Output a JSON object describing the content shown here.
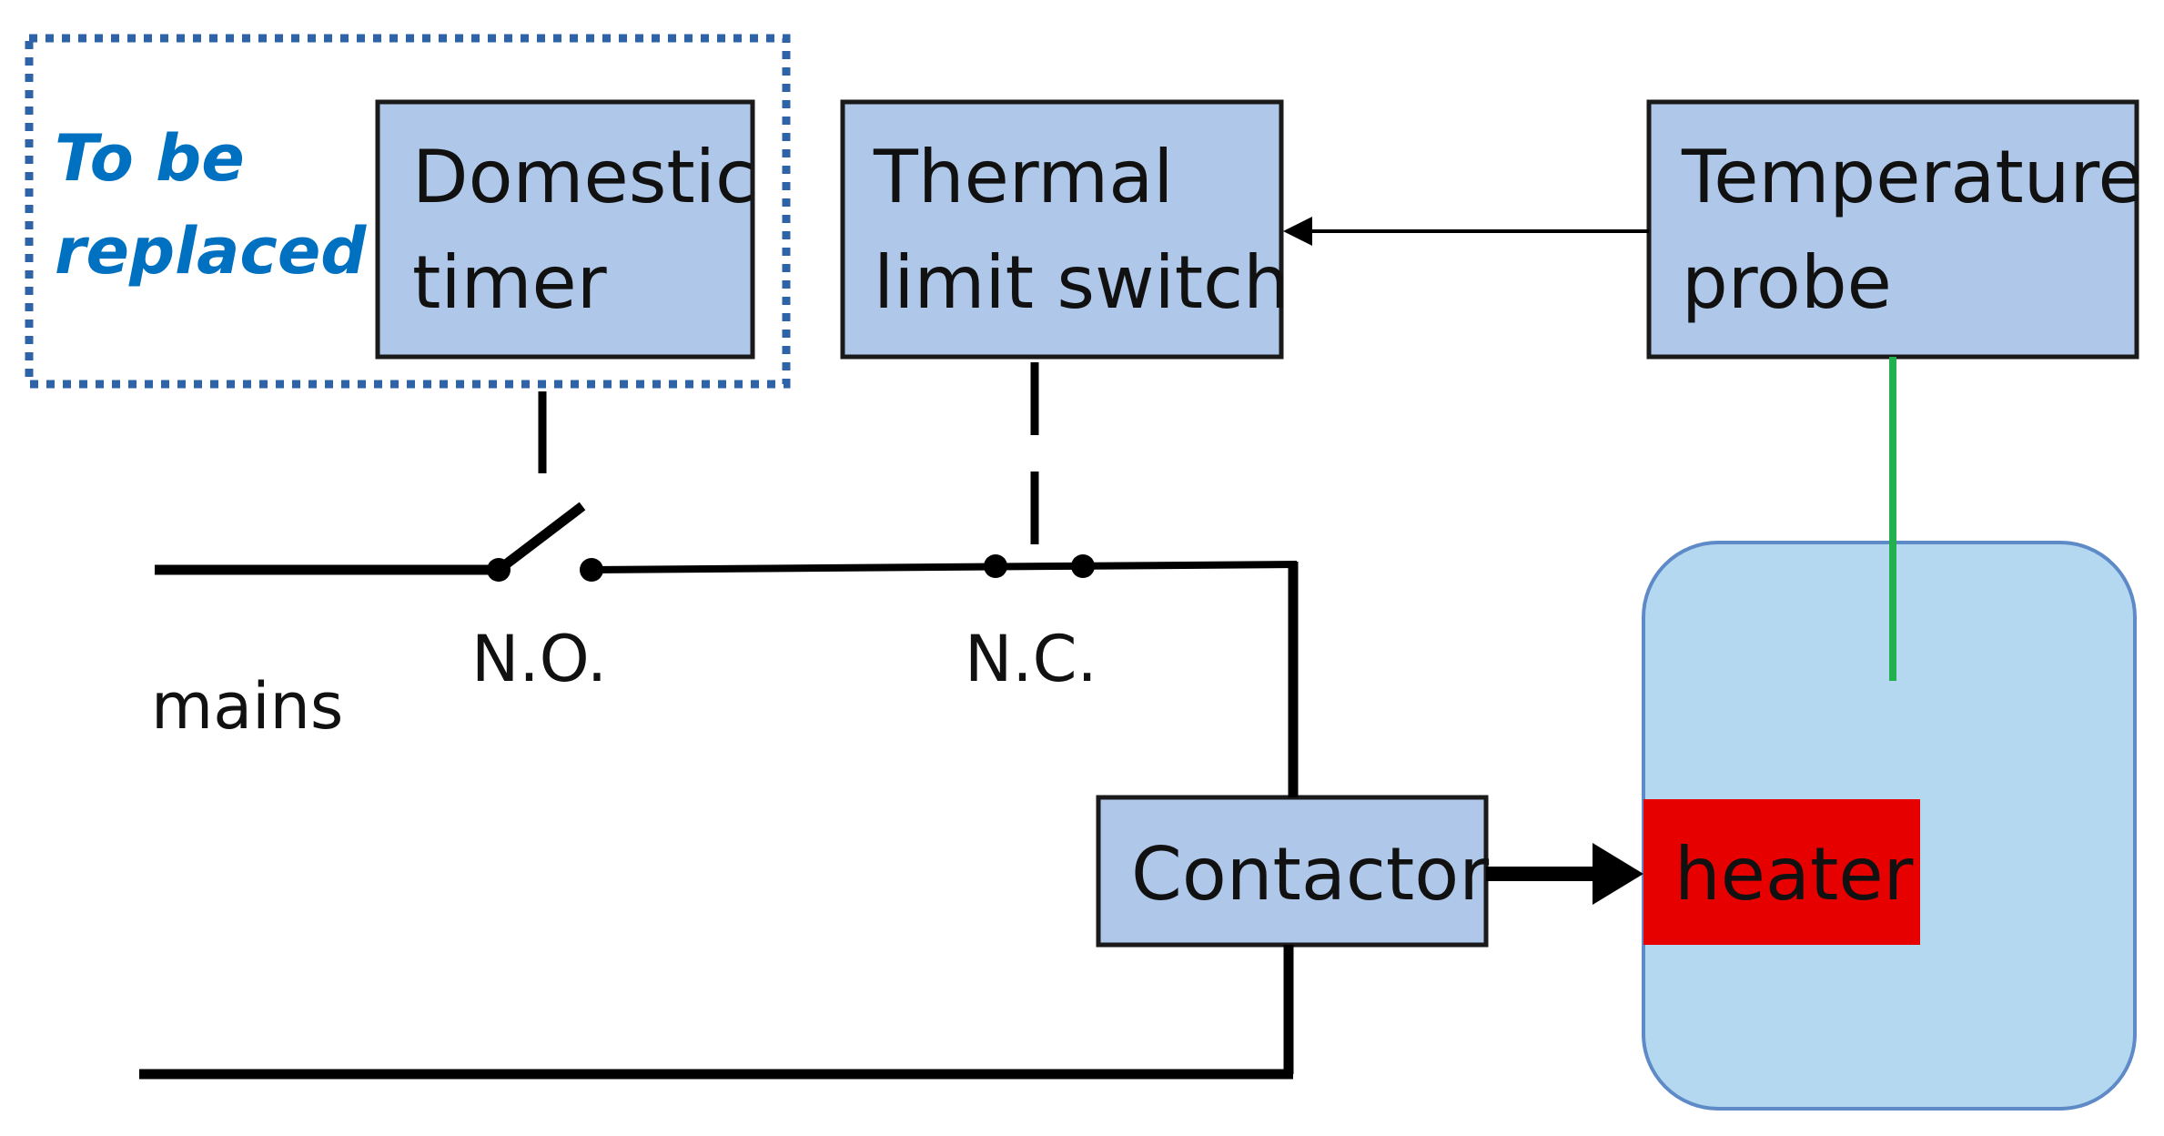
{
  "diagram": {
    "note": {
      "line1": "To be",
      "line2": "replaced",
      "color": "#0070C0"
    },
    "domestic_timer": {
      "line1": "Domestic",
      "line2": "timer"
    },
    "thermal_limit_switch": {
      "line1": "Thermal",
      "line2": "limit switch"
    },
    "temperature_probe": {
      "line1": "Temperature",
      "line2": "probe"
    },
    "contactor": {
      "label": "Contactor"
    },
    "heater": {
      "label": "heater",
      "color": "#E60000"
    },
    "switch_no_label": "N.O.",
    "switch_nc_label": "N.C.",
    "mains_label": "mains",
    "colors": {
      "box_fill": "#AFC7E8",
      "box_stroke": "#1a1a1a",
      "tank_fill": "#B3D8F0",
      "tank_stroke": "#5E8AC7",
      "probe_wire": "#22B14C",
      "wire": "#000000"
    }
  }
}
